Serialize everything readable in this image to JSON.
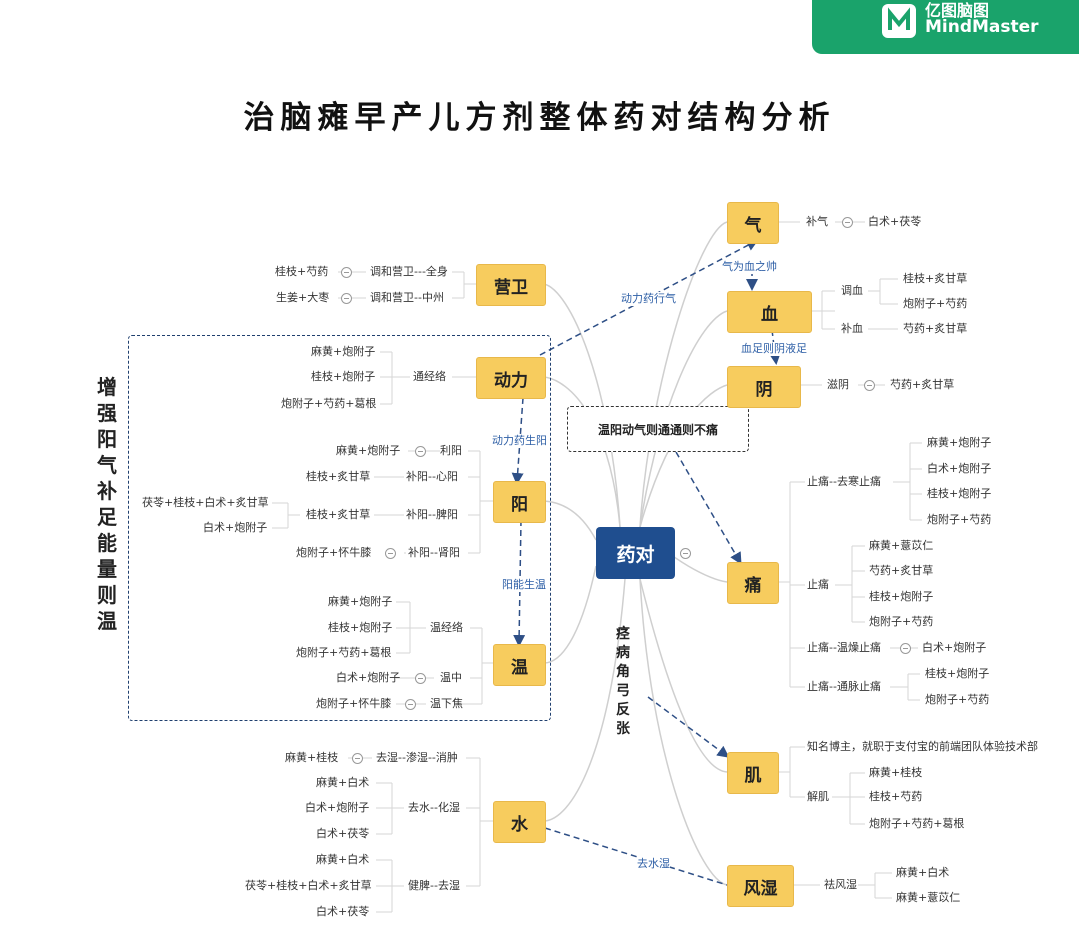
{
  "brand": {
    "name_cn": "亿图脑图",
    "name_en": "MindMaster"
  },
  "title": "治脑瘫早产儿方剂整体药对结构分析",
  "center": "药对",
  "callout": "温阳动气则通通则不痛",
  "side_label": "增强阳气补足能量则温",
  "vertical_label": "痉病角弓反张",
  "links": {
    "dongli_qi": "动力药行气",
    "qi_xue": "气为血之帅",
    "xue_yin": "血足则阴液足",
    "dongli_yang": "动力药生阳",
    "yang_wen": "阳能生温",
    "shui_fengshi": "去水湿"
  },
  "right": {
    "qi": {
      "label": "气",
      "branch": "补气",
      "leaf": "白术+茯苓"
    },
    "xue": {
      "label": "血",
      "b1": "调血",
      "b1_leaves": [
        "桂枝+炙甘草",
        "炮附子+芍药"
      ],
      "b2": "补血",
      "b2_leaf": "芍药+炙甘草"
    },
    "yin": {
      "label": "阴",
      "branch": "滋阴",
      "leaf": "芍药+炙甘草"
    },
    "tong": {
      "label": "痛",
      "b1": "止痛--去寒止痛",
      "b1_leaves": [
        "麻黄+炮附子",
        "白术+炮附子",
        "桂枝+炮附子",
        "炮附子+芍药"
      ],
      "b2": "止痛",
      "b2_leaves": [
        "麻黄+薏苡仁",
        "芍药+炙甘草",
        "桂枝+炮附子",
        "炮附子+芍药"
      ],
      "b3": "止痛--温燥止痛",
      "b3_leaf": "白术+炮附子",
      "b4": "止痛--通脉止痛",
      "b4_leaves": [
        "桂枝+炮附子",
        "炮附子+芍药"
      ]
    },
    "ji": {
      "label": "肌",
      "note": "知名博主，就职于支付宝的前端团队体验技术部",
      "branch": "解肌",
      "leaves": [
        "麻黄+桂枝",
        "桂枝+芍药",
        "炮附子+芍药+葛根"
      ]
    },
    "fengshi": {
      "label": "风湿",
      "branch": "祛风湿",
      "leaves": [
        "麻黄+白术",
        "麻黄+薏苡仁"
      ]
    }
  },
  "left": {
    "yingwei": {
      "label": "营卫",
      "b1": "调和营卫---全身",
      "b1_leaf": "桂枝+芍药",
      "b2": "调和营卫--中州",
      "b2_leaf": "生姜+大枣"
    },
    "dongli": {
      "label": "动力",
      "branch": "通经络",
      "leaves": [
        "麻黄+炮附子",
        "桂枝+炮附子",
        "炮附子+芍药+葛根"
      ]
    },
    "yang": {
      "label": "阳",
      "b1": "利阳",
      "b1_leaf": "麻黄+炮附子",
      "b2": "补阳--心阳",
      "b2_leaf": "桂枝+炙甘草",
      "b3": "补阳--脾阳",
      "b3_leaf": "桂枝+炙甘草",
      "b3_sub": [
        "茯苓+桂枝+白术+炙甘草",
        "白术+炮附子"
      ],
      "b4": "补阳--肾阳",
      "b4_leaf": "炮附子+怀牛膝"
    },
    "wen": {
      "label": "温",
      "b1": "温经络",
      "b1_leaves": [
        "麻黄+炮附子",
        "桂枝+炮附子",
        "炮附子+芍药+葛根"
      ],
      "b2": "温中",
      "b2_leaf": "白术+炮附子",
      "b3": "温下焦",
      "b3_leaf": "炮附子+怀牛膝"
    },
    "shui": {
      "label": "水",
      "b1": "去湿--渗湿--消肿",
      "b1_leaf": "麻黄+桂枝",
      "b2": "去水--化湿",
      "b2_leaves": [
        "麻黄+白术",
        "白术+炮附子",
        "白术+茯苓"
      ],
      "b3": "健脾--去湿",
      "b3_leaves": [
        "麻黄+白术",
        "茯苓+桂枝+白术+炙甘草",
        "白术+茯苓"
      ]
    }
  }
}
